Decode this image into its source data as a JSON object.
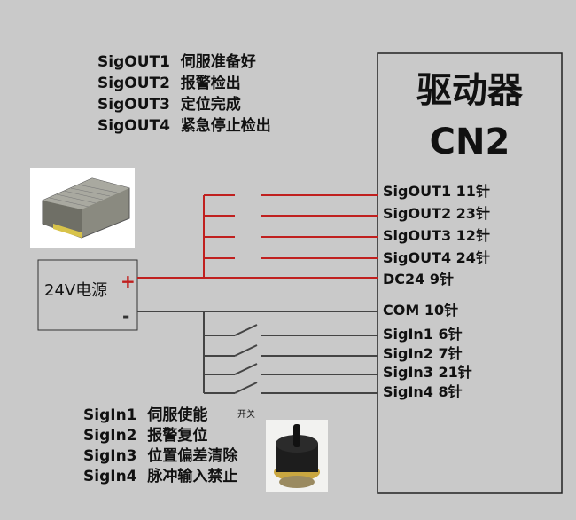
{
  "sig_out_legend": [
    {
      "signal": "SigOUT1",
      "desc": "伺服准备好"
    },
    {
      "signal": "SigOUT2",
      "desc": "报警检出"
    },
    {
      "signal": "SigOUT3",
      "desc": "定位完成"
    },
    {
      "signal": "SigOUT4",
      "desc": "紧急停止检出"
    }
  ],
  "sig_in_legend": [
    {
      "signal": "SigIn1",
      "desc": "伺服使能"
    },
    {
      "signal": "SigIn2",
      "desc": "报警复位"
    },
    {
      "signal": "SigIn3",
      "desc": "位置偏差清除"
    },
    {
      "signal": "SigIn4",
      "desc": "脉冲输入禁止"
    }
  ],
  "driver": {
    "title_line1": "驱动器",
    "title_line2": "CN2"
  },
  "power_supply": {
    "label": "24V电源",
    "plus": "+",
    "minus": "-"
  },
  "switch_label": "开关",
  "pins": [
    {
      "label": "SigOUT1 11针",
      "group": "out"
    },
    {
      "label": "SigOUT2 23针",
      "group": "out"
    },
    {
      "label": "SigOUT3 12针",
      "group": "out"
    },
    {
      "label": "SigOUT4 24针",
      "group": "out"
    },
    {
      "label": "DC24 9针",
      "group": "power"
    },
    {
      "label": "COM 10针",
      "group": "com"
    },
    {
      "label": "SigIn1 6针",
      "group": "in"
    },
    {
      "label": "SigIn2 7针",
      "group": "in"
    },
    {
      "label": "SigIn3 21针",
      "group": "in"
    },
    {
      "label": "SigIn4 8针",
      "group": "in"
    }
  ],
  "colors": {
    "red_wire": "#c0201f",
    "dark_wire": "#444444",
    "background": "#c9c9c9"
  }
}
